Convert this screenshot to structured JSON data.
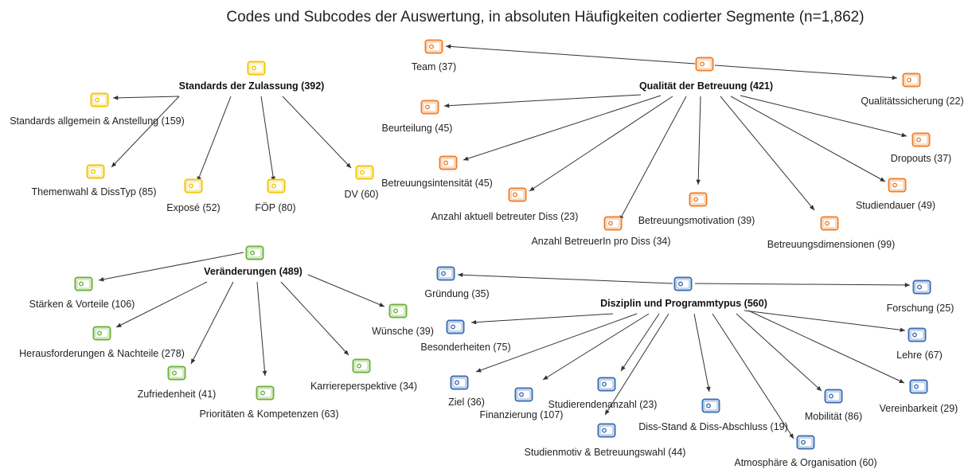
{
  "title": "Codes und Subcodes der Auswertung, in absoluten Häufigkeiten codierter Segmente (n=1,862)",
  "colors": {
    "yellow": "#f2c500",
    "orange": "#f07f2b",
    "green": "#6cb23a",
    "blue": "#3d6fb6"
  },
  "icon_name": "code-tag-icon",
  "groups": [
    {
      "id": "standards",
      "color": "yellow",
      "root": "Standards der Zulassung (392)",
      "children": [
        "Standards allgemein & Anstellung (159)",
        "Themenwahl & DissTyp (85)",
        "Exposé (52)",
        "FÖP (80)",
        "DV (60)"
      ]
    },
    {
      "id": "qualitaet",
      "color": "orange",
      "root": "Qualität der Betreuung (421)",
      "children": [
        "Team (37)",
        "Qualitätssicherung (22)",
        "Beurteilung (45)",
        "Dropouts (37)",
        "Betreuungsintensität (45)",
        "Studiendauer (49)",
        "Anzahl aktuell betreuter Diss (23)",
        "Betreuungsmotivation (39)",
        "Anzahl BetreuerIn pro Diss (34)",
        "Betreuungsdimensionen (99)"
      ]
    },
    {
      "id": "veraenderungen",
      "color": "green",
      "root": "Veränderungen (489)",
      "children": [
        "Stärken & Vorteile (106)",
        "Herausforderungen & Nachteile (278)",
        "Wünsche (39)",
        "Zufriedenheit (41)",
        "Prioritäten & Kompetenzen (63)",
        "Karriereperspektive (34)"
      ]
    },
    {
      "id": "disziplin",
      "color": "blue",
      "root": "Disziplin und Programmtypus (560)",
      "children": [
        "Gründung (35)",
        "Forschung (25)",
        "Besonderheiten (75)",
        "Lehre (67)",
        "Ziel (36)",
        "Finanzierung (107)",
        "Studierendenanzahl (23)",
        "Diss-Stand & Diss-Abschluss (19)",
        "Mobilität (86)",
        "Vereinbarkeit (29)",
        "Studienmotiv & Betreuungswahl (44)",
        "Atmosphäre & Organisation (60)"
      ]
    }
  ]
}
